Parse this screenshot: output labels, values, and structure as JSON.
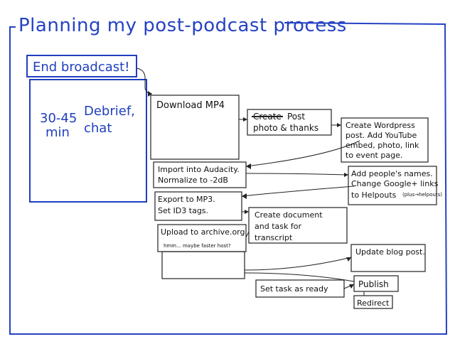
{
  "title": "Planning my post-podcast process",
  "colors": {
    "frame": "#2542c4",
    "ink": "#222222",
    "blue_ink": "#1f3fbf"
  },
  "nodes": {
    "end_broadcast": "End broadcast!",
    "duration": [
      "30-45",
      "min"
    ],
    "debrief": [
      "Debrief,",
      "chat"
    ],
    "download": "Download MP4",
    "post_photo": {
      "crossed": "Create",
      "line1": "Post",
      "line2": "photo & thanks"
    },
    "wordpress": [
      "Create Wordpress",
      "post. Add YouTube",
      "embed, photo, link",
      "to event page."
    ],
    "audacity": [
      "Import into Audacity.",
      "Normalize to -2dB"
    ],
    "names": [
      "Add people's names.",
      "Change Google+ links",
      "to Helpouts"
    ],
    "names_note": "(plus→helpouts)",
    "export": [
      "Export to MP3.",
      "Set ID3 tags."
    ],
    "transcript": [
      "Create document",
      "and task for",
      "transcript"
    ],
    "upload": "Upload to archive.org",
    "upload_note": "hmm... maybe faster host?",
    "blog": "Update blog post.",
    "set_task": "Set task as ready",
    "publish": "Publish",
    "redirect": "Redirect"
  }
}
